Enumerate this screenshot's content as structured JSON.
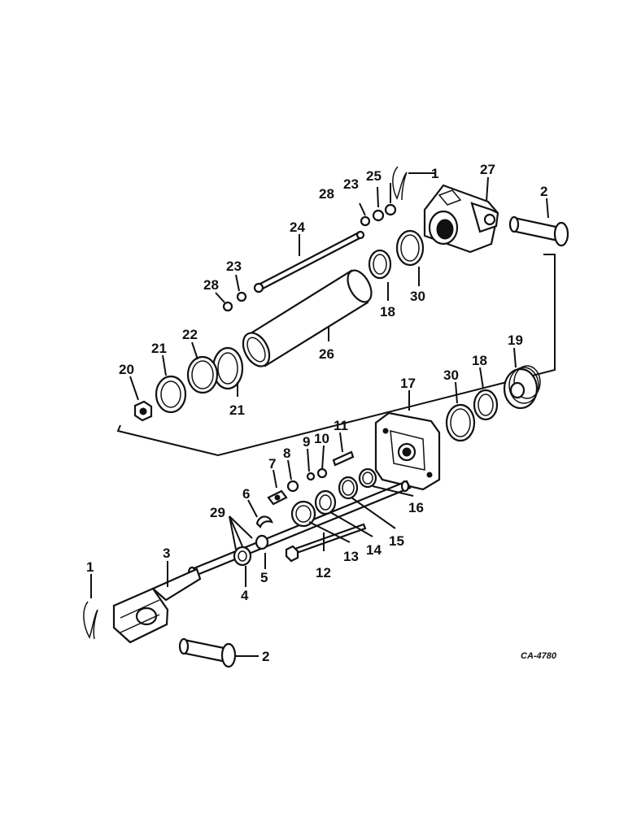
{
  "drawing_code": "CA-4780",
  "callouts": [
    {
      "id": "c1a",
      "text": "1"
    },
    {
      "id": "c1b",
      "text": "1"
    },
    {
      "id": "c2a",
      "text": "2"
    },
    {
      "id": "c2b",
      "text": "2"
    },
    {
      "id": "c3",
      "text": "3"
    },
    {
      "id": "c4",
      "text": "4"
    },
    {
      "id": "c5",
      "text": "5"
    },
    {
      "id": "c6",
      "text": "6"
    },
    {
      "id": "c7",
      "text": "7"
    },
    {
      "id": "c8",
      "text": "8"
    },
    {
      "id": "c9",
      "text": "9"
    },
    {
      "id": "c10",
      "text": "10"
    },
    {
      "id": "c11",
      "text": "11"
    },
    {
      "id": "c12",
      "text": "12"
    },
    {
      "id": "c13",
      "text": "13"
    },
    {
      "id": "c14",
      "text": "14"
    },
    {
      "id": "c15",
      "text": "15"
    },
    {
      "id": "c16",
      "text": "16"
    },
    {
      "id": "c17",
      "text": "17"
    },
    {
      "id": "c18a",
      "text": "18"
    },
    {
      "id": "c18b",
      "text": "18"
    },
    {
      "id": "c19",
      "text": "19"
    },
    {
      "id": "c20",
      "text": "20"
    },
    {
      "id": "c21a",
      "text": "21"
    },
    {
      "id": "c21b",
      "text": "21"
    },
    {
      "id": "c22",
      "text": "22"
    },
    {
      "id": "c23a",
      "text": "23"
    },
    {
      "id": "c23b",
      "text": "23"
    },
    {
      "id": "c24",
      "text": "24"
    },
    {
      "id": "c25",
      "text": "25"
    },
    {
      "id": "c26",
      "text": "26"
    },
    {
      "id": "c27",
      "text": "27"
    },
    {
      "id": "c28a",
      "text": "28"
    },
    {
      "id": "c28b",
      "text": "28"
    },
    {
      "id": "c29",
      "text": "29"
    },
    {
      "id": "c30a",
      "text": "30"
    },
    {
      "id": "c30b",
      "text": "30"
    }
  ]
}
